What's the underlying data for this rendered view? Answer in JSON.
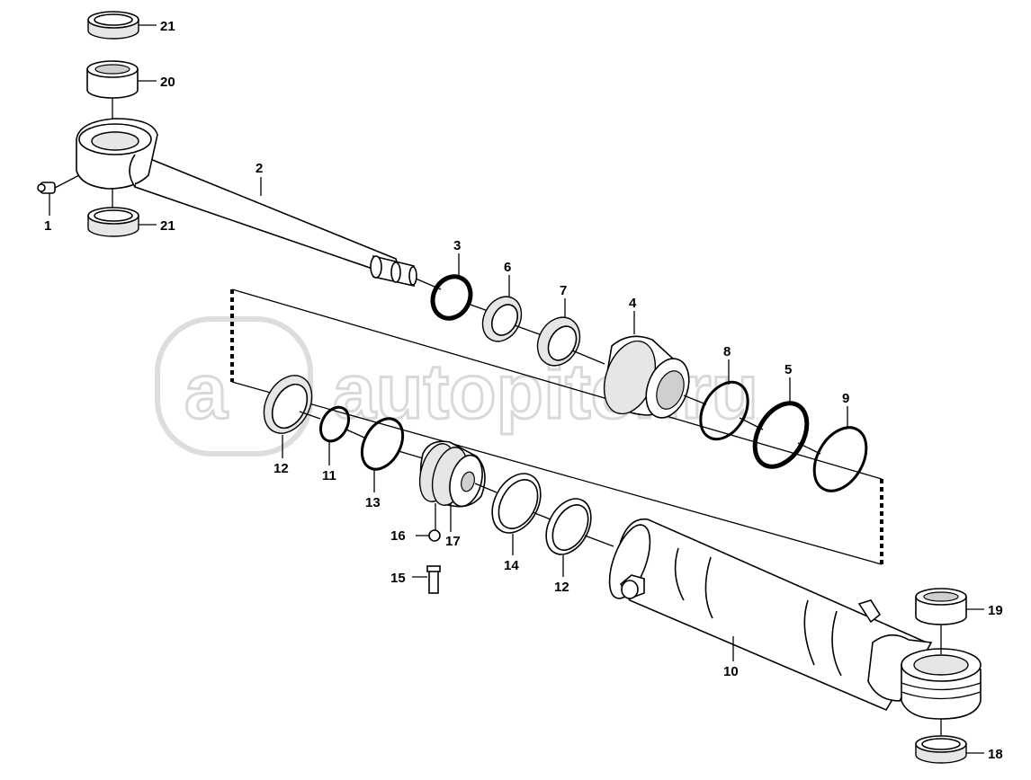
{
  "watermark": {
    "text": "autopiter.ru",
    "logo_letter": "a"
  },
  "callouts": {
    "c1": "1",
    "c2": "2",
    "c3": "3",
    "c4": "4",
    "c5": "5",
    "c6": "6",
    "c7": "7",
    "c8": "8",
    "c9": "9",
    "c10": "10",
    "c11": "11",
    "c12a": "12",
    "c12b": "12",
    "c13": "13",
    "c14": "14",
    "c15": "15",
    "c16": "16",
    "c17": "17",
    "c18": "18",
    "c19": "19",
    "c20": "20",
    "c21a": "21",
    "c21b": "21"
  }
}
